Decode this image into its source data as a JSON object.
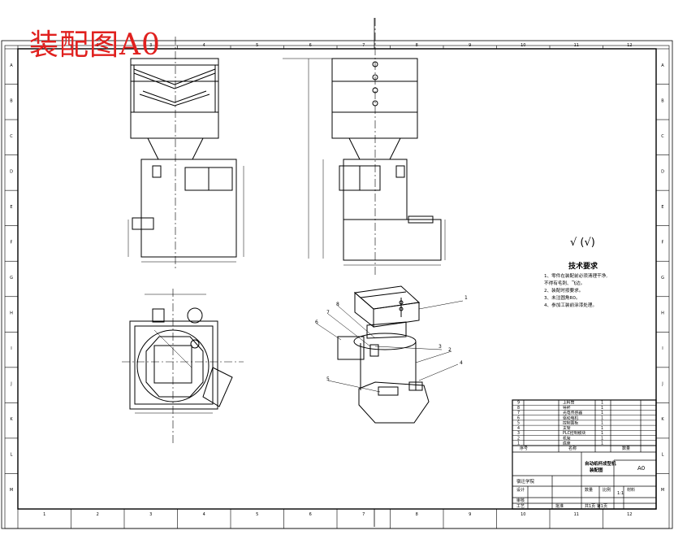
{
  "sheet_title": "装配图A0",
  "tech_requirements": {
    "heading": "技术要求",
    "items": [
      "1、零件在装配前必须清理干净,",
      "不得有毛刺、飞边。",
      "2、装配时按要求。",
      "3、未注圆角R0。",
      "4、参加工装前涂漆处理。"
    ]
  },
  "roughness_symbol": "√ (√)",
  "title_block": {
    "drawing_name_line1": "自动纸杯成型机",
    "drawing_name_line2": "装配图",
    "drawing_code": "A0",
    "school_line": "宿迁学院",
    "ratio": "1:1",
    "sheet_info": "共1页 第1页",
    "design_label": "设计",
    "check_label": "审核",
    "process_label": "工艺",
    "approve_label": "批准",
    "quantity_label": "数量",
    "ratio_label": "比例",
    "material_label": "材料",
    "parts": [
      {
        "no": "9",
        "name": "上料筒",
        "qty": "1"
      },
      {
        "no": "8",
        "name": "导杯",
        "qty": "1"
      },
      {
        "no": "7",
        "name": "光电传感器",
        "qty": "1"
      },
      {
        "no": "6",
        "name": "驱动电机",
        "qty": "1"
      },
      {
        "no": "5",
        "name": "控制面板",
        "qty": "1"
      },
      {
        "no": "4",
        "name": "支架",
        "qty": "1"
      },
      {
        "no": "3",
        "name": "PLC控制模块",
        "qty": "1"
      },
      {
        "no": "2",
        "name": "机架",
        "qty": "1"
      },
      {
        "no": "1",
        "name": "底座",
        "qty": "1"
      }
    ],
    "header_no": "序号",
    "header_name": "名称",
    "header_qty": "数量"
  },
  "balloons": [
    "1",
    "2",
    "3",
    "4",
    "5",
    "6",
    "7",
    "8"
  ],
  "border_numbers_top": [
    "1",
    "2",
    "3",
    "4",
    "5",
    "6",
    "7",
    "8",
    "9",
    "10",
    "11",
    "12"
  ],
  "border_letters_side": [
    "A",
    "B",
    "C",
    "D",
    "E",
    "F",
    "G",
    "H",
    "I",
    "J",
    "K",
    "L",
    "M"
  ],
  "colors": {
    "line": "#000000",
    "title": "#e0201e",
    "background": "#ffffff"
  }
}
